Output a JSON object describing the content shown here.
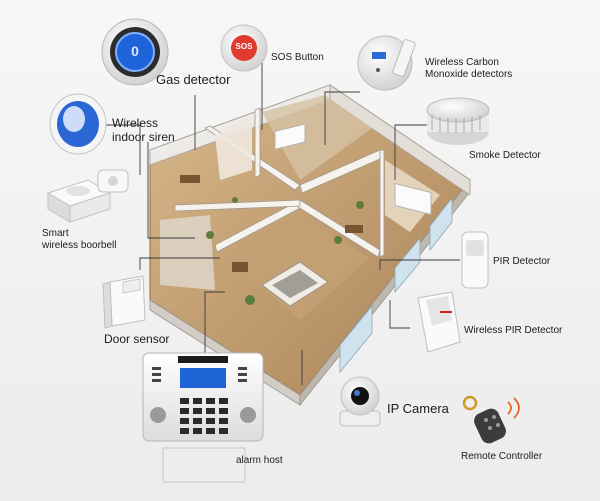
{
  "labels": {
    "gas_detector": "Gas detector",
    "sos_button": "SOS Button",
    "co_line1": "Wireless Carbon",
    "co_line2": "Monoxide detectors",
    "siren_line1": "Wireless",
    "siren_line2": "indoor siren",
    "smoke_detector": "Smoke Detector",
    "doorbell_line1": "Smart",
    "doorbell_line2": "wireless boorbell",
    "pir_detector": "PIR Detector",
    "door_sensor": "Door sensor",
    "wireless_pir": "Wireless PIR Detector",
    "ip_camera": "IP Camera",
    "alarm_host": "alarm host",
    "remote_controller": "Remote Controller"
  },
  "device_text": {
    "sos": "SOS",
    "gas_lcd": "0"
  },
  "colors": {
    "line": "#3a3a3a",
    "accent_blue": "#1e63d8",
    "sos_red": "#e03a2f",
    "wall": "#f4f1ec",
    "floor": "#c9a57a"
  }
}
